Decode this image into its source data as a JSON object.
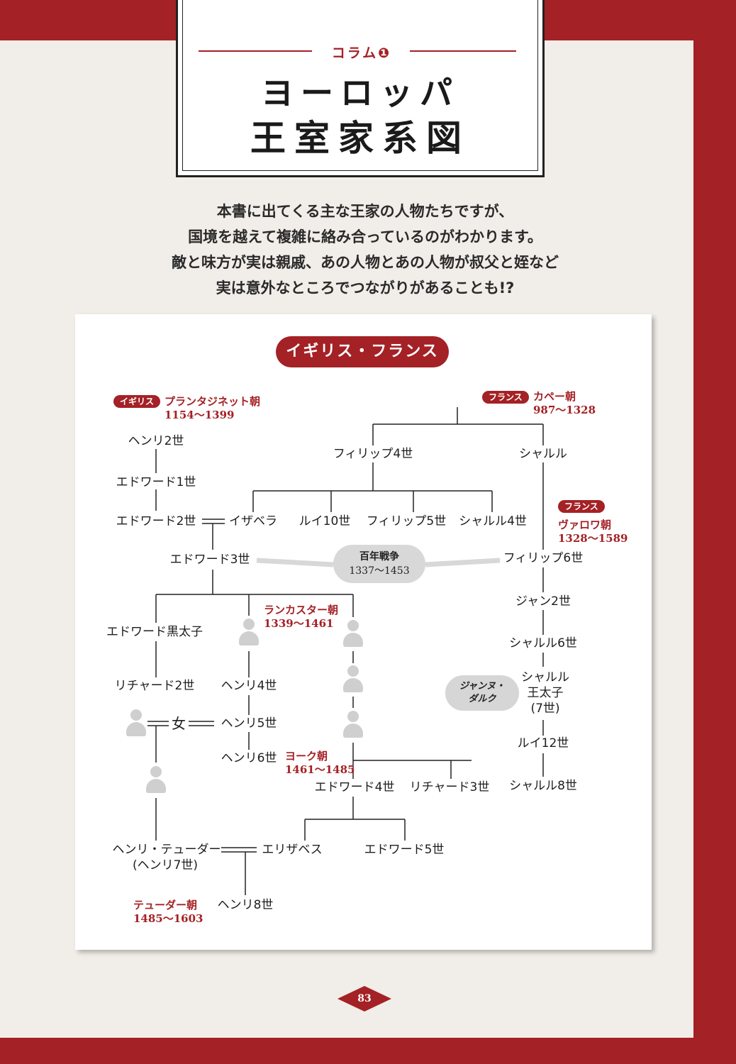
{
  "header": {
    "column_label": "コラム❶",
    "title_line1": "ヨーロッパ",
    "title_line2": "王室家系図"
  },
  "intro": [
    "本書に出てくる主な王家の人物たちですが、",
    "国境を越えて複雑に絡み合っているのがわかります。",
    "敵と味方が実は親戚、あの人物とあの人物が叔父と姪など",
    "実は意外なところでつながりがあることも!?"
  ],
  "chart_title": "イギリス・フランス",
  "dynasties": {
    "plantagenet": {
      "badge": "イギリス",
      "name": "プランタジネット朝",
      "years": "1154〜1399"
    },
    "capet": {
      "badge": "フランス",
      "name": "カペー朝",
      "years": "987〜1328"
    },
    "valois": {
      "badge": "フランス",
      "name": "ヴァロワ朝",
      "years": "1328〜1589"
    },
    "lancaster": {
      "name": "ランカスター朝",
      "years": "1339〜1461"
    },
    "york": {
      "name": "ヨーク朝",
      "years": "1461〜1485"
    },
    "tudor": {
      "name": "テューダー朝",
      "years": "1485〜1603"
    }
  },
  "war": {
    "name": "百年戦争",
    "years": "1337〜1453"
  },
  "jeanne": {
    "line1": "ジャンヌ・",
    "line2": "ダルク"
  },
  "people": {
    "henry2": "ヘンリ2世",
    "edward1": "エドワード1世",
    "edward2": "エドワード2世",
    "isabella": "イザベラ",
    "edward3": "エドワード3世",
    "black_prince": "エドワード黒太子",
    "richard2": "リチャード2世",
    "woman": "女",
    "henry4": "ヘンリ4世",
    "henry5": "ヘンリ5世",
    "henry6": "ヘンリ6世",
    "edward4": "エドワード4世",
    "richard3": "リチャード3世",
    "henry_tudor": "ヘンリ・テューダー",
    "henry_tudor_alt": "(ヘンリ7世)",
    "elizabeth": "エリザベス",
    "edward5": "エドワード5世",
    "henry8": "ヘンリ8世",
    "philippe4": "フィリップ4世",
    "charles": "シャルル",
    "louis10": "ルイ10世",
    "philippe5": "フィリップ5世",
    "charles4": "シャルル4世",
    "philippe6": "フィリップ6世",
    "jean2": "ジャン2世",
    "charles6": "シャルル6世",
    "dauphin": "シャルル\n王太子\n(7世)",
    "louis12": "ルイ12世",
    "charles8": "シャルル8世"
  },
  "page_number": "83",
  "colors": {
    "accent": "#a42125",
    "paper": "#f1ede8",
    "gray": "#d8d8d8"
  }
}
